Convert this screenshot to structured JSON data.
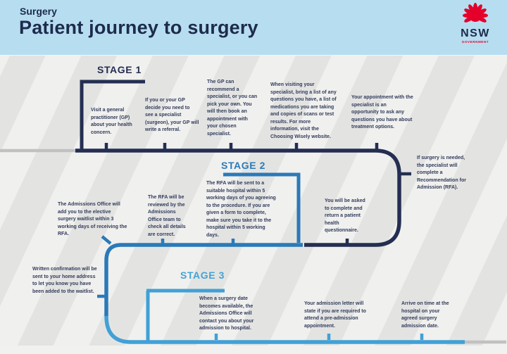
{
  "header": {
    "kicker": "Surgery",
    "title": "Patient journey to surgery",
    "logo": {
      "name": "NSW Government",
      "acronym": "NSW",
      "caption": "GOVERNMENT"
    }
  },
  "colors": {
    "header_bg": "#b7ddf0",
    "navy": "#242e51",
    "stage2_blue": "#2b7ab8",
    "stage3_blue": "#41a0d7",
    "gray_line": "#c1c1c1",
    "logo_red": "#e4002b",
    "text": "#323c5c",
    "canvas_bg": "#e9e9e7"
  },
  "stage1": {
    "label": "STAGE 1",
    "steps": [
      "Visit a general practitioner (GP) about your health concern.",
      "If you or your GP decide you need to see a specialist (surgeon), your GP will write a referral.",
      "The GP can recommend a specialist, or you can pick your own. You will then book an appointment with your chosen specialist.",
      "When visiting your specialist, bring a list of any questions you have, a list of medications you are taking and copies of scans or test results. For more information, visit the Choosing Wisely website.",
      "Your appointment with the specialist is an opportunity to ask any questions you have about treatment options."
    ],
    "side_note": "If surgery is needed, the specialist will complete a Recommendation for Admission (RFA)."
  },
  "stage2": {
    "label": "STAGE 2",
    "steps": [
      "The Admissions Office will add you to the elective surgery waitlist within 3 working days of receiving the RFA.",
      "The RFA will be reviewed by the Admissions Office team to check all details are correct.",
      "The RFA will be sent to a suitable hospital within 5 working days of you agreeing to the procedure. If you are given a form to complete, make sure you take it to the hospital within 5 working days.",
      "You will be asked to complete and return a patient health questionnaire."
    ]
  },
  "stage3": {
    "label": "STAGE 3",
    "note": "Written confirmation will be sent to your home address to let you know you have been added to the waitlist.",
    "steps": [
      "When a surgery date becomes available, the Admissions Office will contact you about your admission to hospital.",
      "Your admission letter will state if you are required to attend a pre-admission appointment.",
      "Arrive on time at the hospital on your agreed surgery admission date."
    ]
  }
}
